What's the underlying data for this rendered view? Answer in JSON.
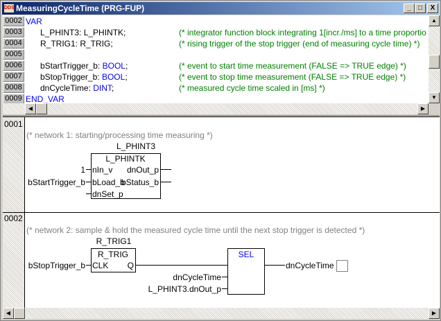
{
  "window": {
    "title": "MeasuringCycleTime (PRG-FUP)",
    "app_icon": "DDS",
    "buttons": [
      "_",
      "□",
      "X"
    ]
  },
  "declaration": {
    "lines": [
      {
        "num": "0002",
        "code": "",
        "kw": "VAR",
        "comment": ""
      },
      {
        "num": "0003",
        "code": "L_PHINT3: L_PHINTK;",
        "kw": "",
        "comment": "(* integrator function block integrating 1[incr./ms] to a time proportio"
      },
      {
        "num": "0004",
        "code": "R_TRIG1: R_TRIG;",
        "kw": "",
        "comment": "(* rising trigger of the stop trigger (end of measuring cycle time) *)"
      },
      {
        "num": "0005",
        "code": "",
        "kw": "",
        "comment": ""
      },
      {
        "num": "0006",
        "code": "bStartTrigger_b: ",
        "kw": "BOOL",
        "comment": "(* event to start time measurement (FALSE => TRUE edge) *)"
      },
      {
        "num": "0007",
        "code": "bStopTrigger_b: ",
        "kw": "BOOL",
        "comment": "(* event to stop time measurement (FALSE => TRUE edge) *)"
      },
      {
        "num": "0008",
        "code": "dnCycleTime: ",
        "kw": "DINT",
        "comment": "(* measured cycle time scaled in [ms] *)"
      },
      {
        "num": "0009",
        "code": "",
        "kw": "END_VAR",
        "comment": ""
      }
    ]
  },
  "networks": [
    {
      "num": "0001",
      "comment": "(* network 1: starting/processing time measuring *)",
      "instance": "L_PHINT3",
      "type": "L_PHINTK",
      "inputs": [
        {
          "pin": "nIn_v",
          "value": "1"
        },
        {
          "pin": "bLoad_b",
          "value": "bStartTrigger_b"
        },
        {
          "pin": "dnSet_p",
          "value": ""
        }
      ],
      "outputs": [
        {
          "pin": "dnOut_p"
        },
        {
          "pin": "bStatus_b"
        }
      ]
    },
    {
      "num": "0002",
      "comment": "(* network 2: sample & hold the measured cycle time until the next stop trigger is detected *)",
      "instance": "R_TRIG1",
      "type": "R_TRIG",
      "clk_in": "bStopTrigger_b",
      "clk_pin": "CLK",
      "q_pin": "Q",
      "sel": "SEL",
      "sel_in1": "dnCycleTime",
      "sel_in2": "L_PHINT3.dnOut_p",
      "output": "dnCycleTime"
    }
  ]
}
